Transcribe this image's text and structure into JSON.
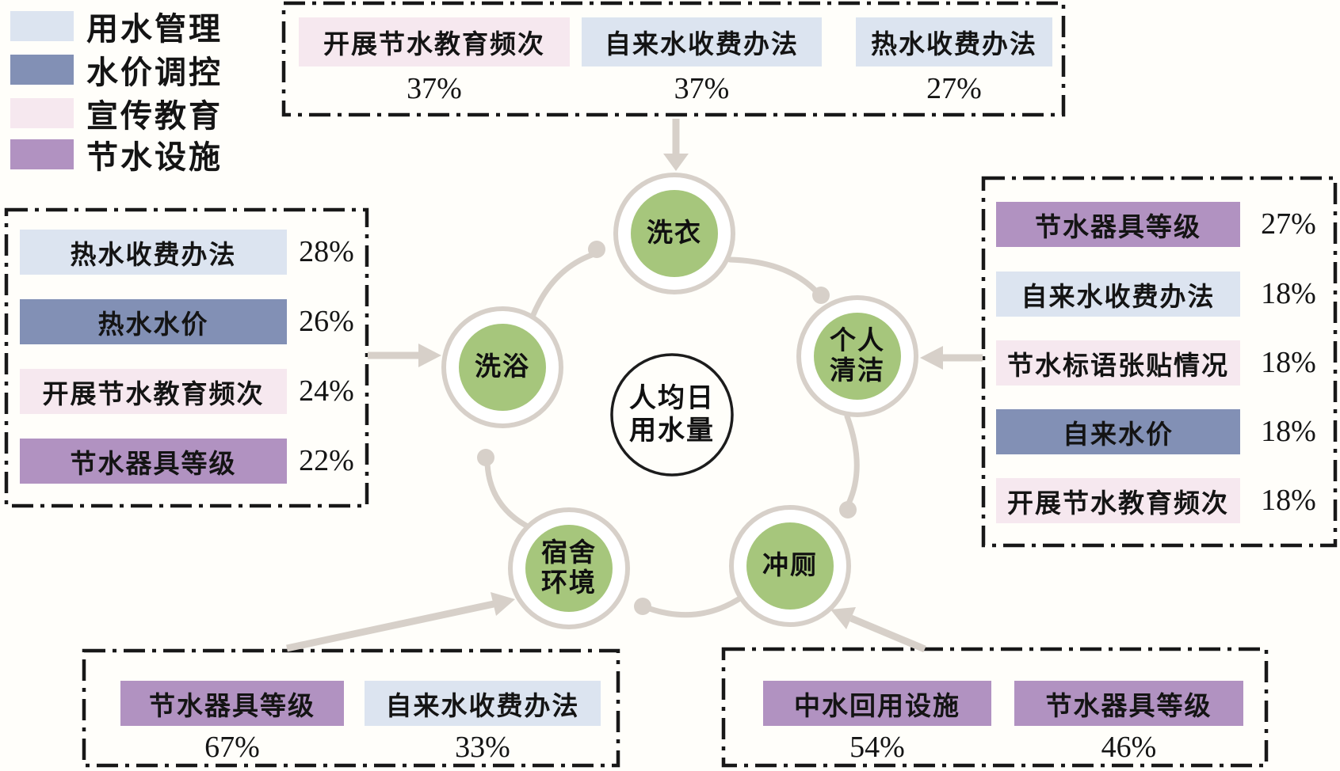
{
  "colors": {
    "cat_blue_light": "#dce4f0",
    "cat_blue_dark": "#8290b5",
    "cat_pink": "#f6e8ef",
    "cat_purple": "#b192c1",
    "node_green": "#a6c67c",
    "connector": "#d7d0c9",
    "center_stroke": "#1c1c1c",
    "box_border": "#181818"
  },
  "legend": {
    "items": [
      {
        "label": "用水管理"
      },
      {
        "label": "水价调控"
      },
      {
        "label": "宣传教育"
      },
      {
        "label": "节水设施"
      }
    ]
  },
  "center_node": {
    "line1": "人均日",
    "line2": "用水量"
  },
  "nodes": {
    "laundry": {
      "label": "洗衣"
    },
    "bathing": {
      "label": "洗浴"
    },
    "personal_cleaning": {
      "line1": "个人",
      "line2": "清洁"
    },
    "dorm_environment": {
      "line1": "宿舍",
      "line2": "环境"
    },
    "toilet_flushing": {
      "label": "冲厕"
    }
  },
  "boxes": {
    "top": {
      "items": [
        {
          "label": "开展节水教育频次",
          "percent": "37%"
        },
        {
          "label": "自来水收费办法",
          "percent": "37%"
        },
        {
          "label": "热水收费办法",
          "percent": "27%"
        }
      ]
    },
    "left": {
      "items": [
        {
          "label": "热水收费办法",
          "percent": "28%"
        },
        {
          "label": "热水水价",
          "percent": "26%"
        },
        {
          "label": "开展节水教育频次",
          "percent": "24%"
        },
        {
          "label": "节水器具等级",
          "percent": "22%"
        }
      ]
    },
    "right": {
      "items": [
        {
          "label": "节水器具等级",
          "percent": "27%"
        },
        {
          "label": "自来水收费办法",
          "percent": "18%"
        },
        {
          "label": "节水标语张贴情况",
          "percent": "18%"
        },
        {
          "label": "自来水价",
          "percent": "18%"
        },
        {
          "label": "开展节水教育频次",
          "percent": "18%"
        }
      ]
    },
    "bottom_left": {
      "items": [
        {
          "label": "节水器具等级",
          "percent": "67%"
        },
        {
          "label": "自来水收费办法",
          "percent": "33%"
        }
      ]
    },
    "bottom_right": {
      "items": [
        {
          "label": "中水回用设施",
          "percent": "54%"
        },
        {
          "label": "节水器具等级",
          "percent": "46%"
        }
      ]
    }
  }
}
